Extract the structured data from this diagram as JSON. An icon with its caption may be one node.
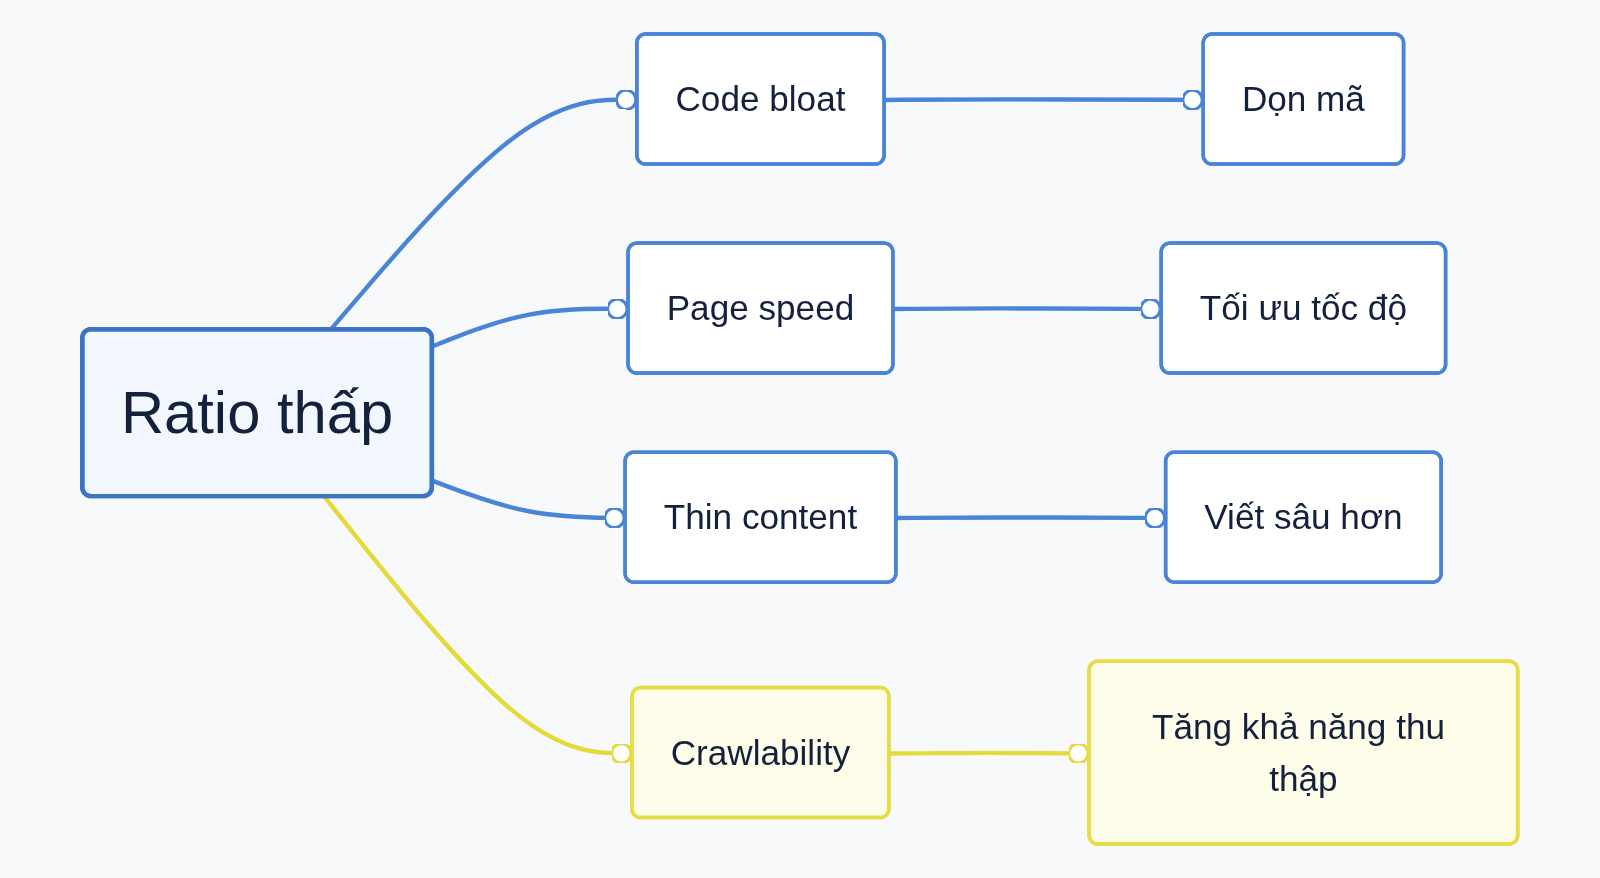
{
  "diagram": {
    "nodes": [
      {
        "text": [
          "Dọn mã"
        ]
      },
      {
        "text": [
          "Code bloat"
        ]
      },
      {
        "text": [
          "Page speed"
        ]
      },
      {
        "text": [
          "Tối ưu tốc độ"
        ]
      },
      {
        "text": [
          "Ratio thấp"
        ]
      },
      {
        "text": [
          "Viết sâu hơn"
        ]
      },
      {
        "text": [
          "Thin content"
        ]
      },
      {
        "text": [
          "Crawlability"
        ]
      },
      {
        "text": [
          "Tăng khả năng thu thập"
        ]
      }
    ],
    "edges": [
      {
        "from": 4,
        "to": 1,
        "arrow": "other"
      },
      {
        "from": 1,
        "to": 0,
        "arrow": "other"
      },
      {
        "from": 4,
        "to": 2,
        "arrow": "other"
      },
      {
        "from": 2,
        "to": 3,
        "arrow": "other"
      },
      {
        "from": 4,
        "to": 6,
        "arrow": "other"
      },
      {
        "from": 6,
        "to": 5,
        "arrow": "other"
      },
      {
        "from": 4,
        "to": 7,
        "arrow": "other",
        "color": "#e6d93a"
      },
      {
        "from": 7,
        "to": 8,
        "arrow": "other",
        "color": "#e6d93a"
      }
    ]
  }
}
